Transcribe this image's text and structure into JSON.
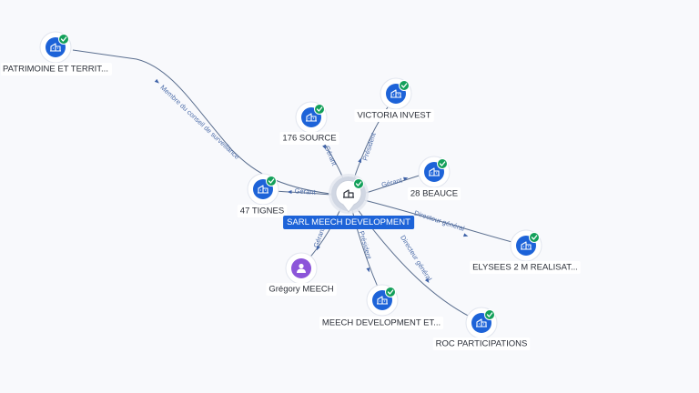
{
  "center": {
    "label": "SARL MEECH DEVELOPMENT",
    "icon": "building-icon",
    "color": "#1d63d8"
  },
  "nodes": [
    {
      "id": "patrimoine",
      "label": "PATRIMOINE ET TERRIT...",
      "icon": "building-icon",
      "verified": true,
      "relation": "Membre du conseil de surveillance"
    },
    {
      "id": "victoria",
      "label": "VICTORIA INVEST",
      "icon": "building-icon",
      "verified": true,
      "relation": "Président"
    },
    {
      "id": "source176",
      "label": "176 SOURCE",
      "icon": "building-icon",
      "verified": true,
      "relation": "Gérant"
    },
    {
      "id": "beauce28",
      "label": "28 BEAUCE",
      "icon": "building-icon",
      "verified": true,
      "relation": "Gérant"
    },
    {
      "id": "tignes47",
      "label": "47 TIGNES",
      "icon": "building-icon",
      "verified": true,
      "relation": "Gérant"
    },
    {
      "id": "elysees",
      "label": "ELYSEES 2 M REALISAT...",
      "icon": "building-icon",
      "verified": true,
      "relation": "Directeur général"
    },
    {
      "id": "gregory",
      "label": "Grégory MEECH",
      "icon": "person-icon",
      "verified": false,
      "relation": "Gérant"
    },
    {
      "id": "meechdev",
      "label": "MEECH DEVELOPMENT ET...",
      "icon": "building-icon",
      "verified": true,
      "relation": "Président"
    },
    {
      "id": "roc",
      "label": "ROC PARTICIPATIONS",
      "icon": "building-icon",
      "verified": true,
      "relation": "Directeur général"
    }
  ],
  "colors": {
    "company": "#1d63d8",
    "person": "#8c55d9",
    "verified": "#13a05a",
    "edge_label": "#4c6ca8"
  }
}
